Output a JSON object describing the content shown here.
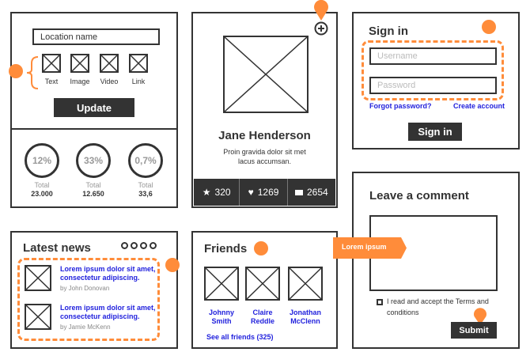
{
  "colors": {
    "accent": "#ff8c3a",
    "dark": "#333333",
    "link": "#2222dd"
  },
  "editor": {
    "location_value": "Location name",
    "media": [
      {
        "label": "Text"
      },
      {
        "label": "Image"
      },
      {
        "label": "Video"
      },
      {
        "label": "Link"
      }
    ],
    "update_label": "Update"
  },
  "stats": [
    {
      "value": "12%",
      "label": "Total",
      "total": "23.000"
    },
    {
      "value": "33%",
      "label": "Total",
      "total": "12.650"
    },
    {
      "value": "0,7%",
      "label": "Total",
      "total": "33,6"
    }
  ],
  "profile": {
    "name": "Jane Henderson",
    "desc_line1": "Proin gravida dolor sit met",
    "desc_line2": "lacus accumsan.",
    "stars": "320",
    "likes": "1269",
    "comments": "2654",
    "add_icon": "plus-circle-icon"
  },
  "signin": {
    "title": "Sign in",
    "username_placeholder": "Username",
    "password_placeholder": "Password",
    "forgot": "Forgot password?",
    "create": "Create account",
    "button": "Sign in"
  },
  "comment": {
    "title": "Leave a comment",
    "terms_line1": "I read and accept the Terms and",
    "terms_line2": "conditions",
    "submit": "Submit"
  },
  "news": {
    "title": "Latest news",
    "items": [
      {
        "headline1": "Lorem ipsum dolor sit amet,",
        "headline2": "consectetur adipiscing.",
        "author": "by John Donovan"
      },
      {
        "headline1": "Lorem ipsum dolor sit amet,",
        "headline2": "consectetur adipiscing.",
        "author": "by Jamie McKenn"
      }
    ]
  },
  "friends": {
    "title": "Friends",
    "people": [
      {
        "first": "Johnny",
        "last": "Smith"
      },
      {
        "first": "Claire",
        "last": "Reddle"
      },
      {
        "first": "Jonathan",
        "last": "McClenn"
      }
    ],
    "see_all": "See all friends (325)"
  },
  "tag": {
    "label": "Lorem ipsum"
  }
}
